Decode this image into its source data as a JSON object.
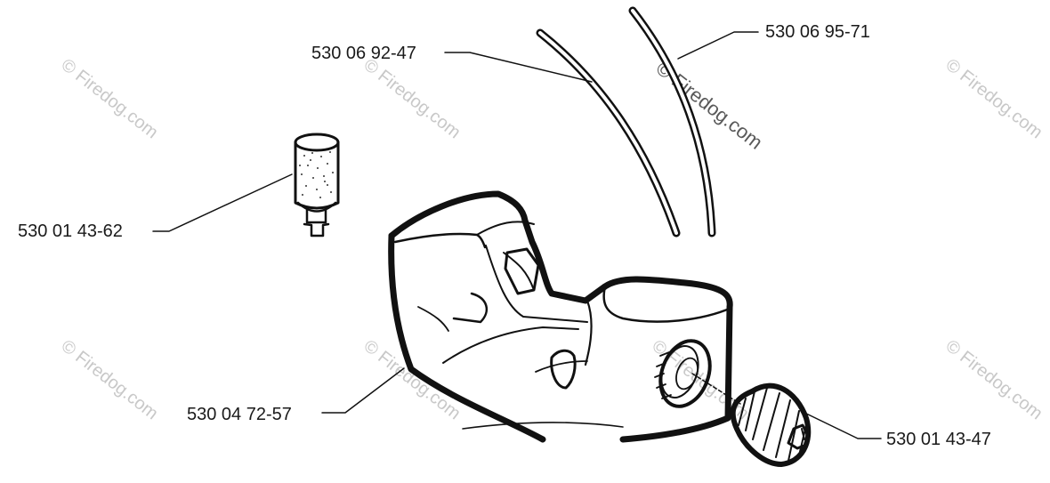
{
  "parts": {
    "fuel_tube_a": "530 06 92-47",
    "fuel_tube_b": "530 06 95-71",
    "fuel_filter": "530 01 43-62",
    "fuel_tank": "530 04 72-57",
    "fuel_cap": "530 01 43-47"
  },
  "watermark": "© Firedog.com"
}
